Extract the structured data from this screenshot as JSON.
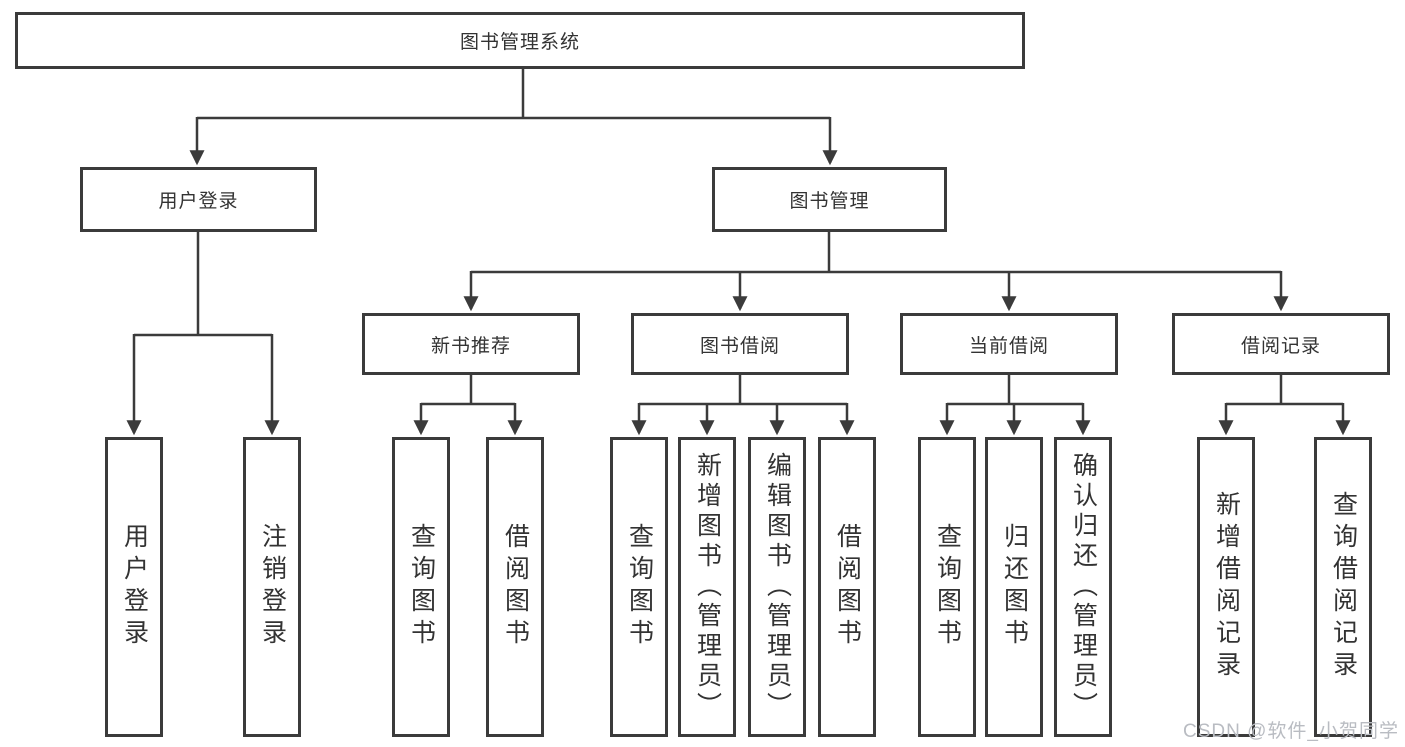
{
  "colors": {
    "line": "#3b3b3b",
    "box_border": "#3b3b3b",
    "box_fill": "#ffffff",
    "text": "#333333",
    "watermark_text": "#b9bcc2",
    "background": "#ffffff"
  },
  "watermark": {
    "text": "CSDN @软件_小贺同学"
  },
  "tree": {
    "root": {
      "label": "图书管理系统",
      "children": [
        {
          "label": "用户登录",
          "children": [
            {
              "label": "用户登录"
            },
            {
              "label": "注销登录"
            }
          ]
        },
        {
          "label": "图书管理",
          "children": [
            {
              "label": "新书推荐",
              "children": [
                {
                  "label": "查询图书"
                },
                {
                  "label": "借阅图书"
                }
              ]
            },
            {
              "label": "图书借阅",
              "children": [
                {
                  "label": "查询图书"
                },
                {
                  "label": "新增图书（管理员）"
                },
                {
                  "label": "编辑图书（管理员）"
                },
                {
                  "label": "借阅图书"
                }
              ]
            },
            {
              "label": "当前借阅",
              "children": [
                {
                  "label": "查询图书"
                },
                {
                  "label": "归还图书"
                },
                {
                  "label": "确认归还（管理员）"
                }
              ]
            },
            {
              "label": "借阅记录",
              "children": [
                {
                  "label": "新增借阅记录"
                },
                {
                  "label": "查询借阅记录"
                }
              ]
            }
          ]
        }
      ]
    }
  }
}
